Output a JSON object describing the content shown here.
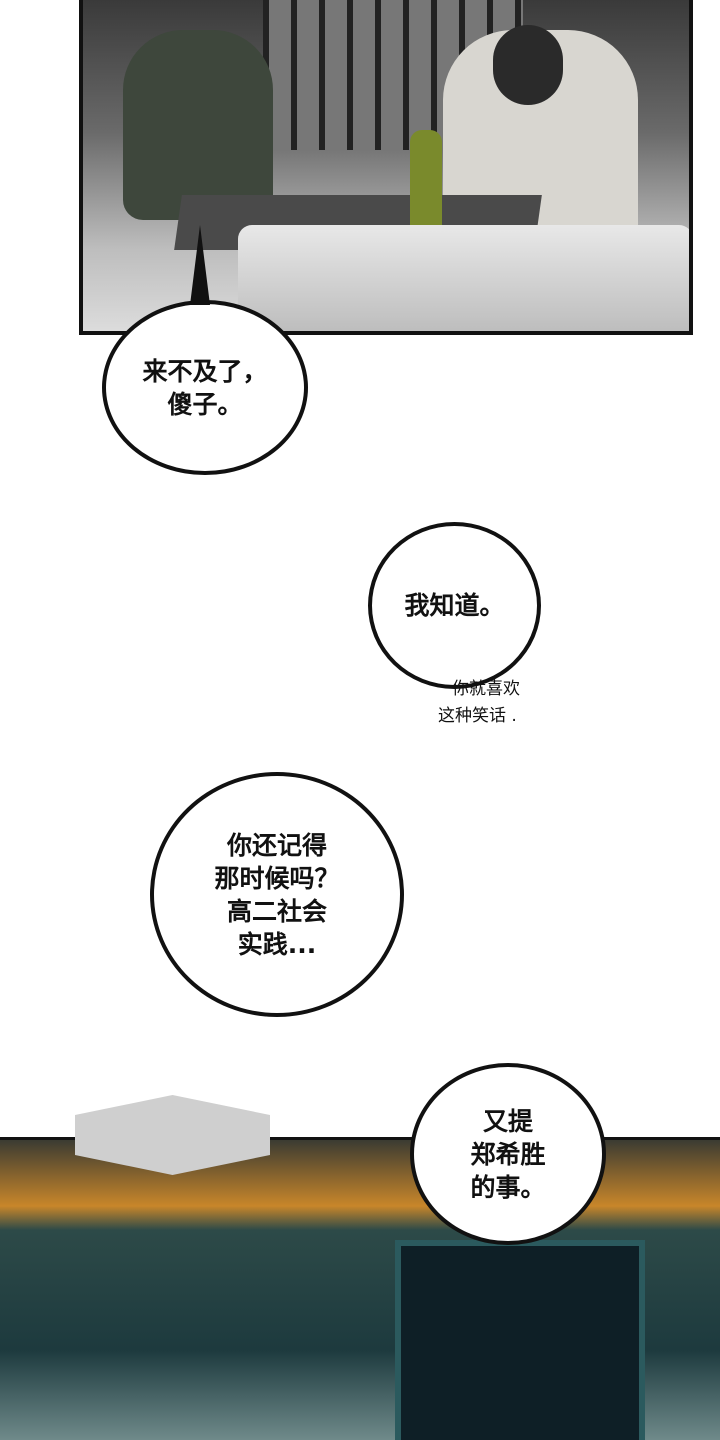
{
  "bubbles": [
    {
      "text": "来不及了，\n傻子。"
    },
    {
      "text": "我知道。"
    },
    {
      "text": "你还记得\n那时候吗？\n高二社会\n实践..."
    },
    {
      "text": "又提\n郑希胜\n的事。"
    }
  ],
  "aside": {
    "line1": "你就喜欢",
    "line2": "这种笑话 ."
  }
}
